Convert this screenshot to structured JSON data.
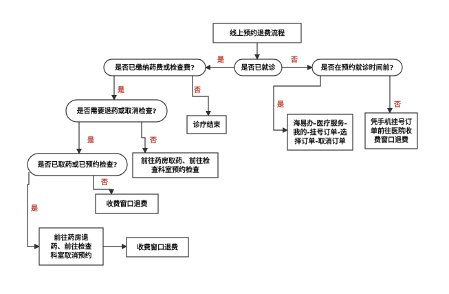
{
  "flowchart": {
    "colors": {
      "line": "#333333",
      "box_border": "#333333",
      "text": "#111111",
      "yes": "#c0392b",
      "no": "#c0392b"
    },
    "nodes": {
      "start": {
        "lines": [
          "线上预约退费流程"
        ]
      },
      "visited": {
        "lines": [
          "是否已就诊"
        ]
      },
      "paid": {
        "lines": [
          "是否已缴纳药费或检查费?"
        ]
      },
      "in_time": {
        "lines": [
          "是否在预约就诊时间前?"
        ]
      },
      "need_refund": {
        "lines": [
          "是否需要退药或取消检查?"
        ]
      },
      "end": {
        "lines": [
          "诊疗结束"
        ]
      },
      "app_cancel": {
        "lines": [
          "海易办-医疗服务-",
          "我的-挂号订单-选",
          "择订单-取消订单"
        ]
      },
      "window_refund_1": {
        "lines": [
          "凭手机挂号订",
          "单前往医院收",
          "费窗口退费"
        ]
      },
      "taken": {
        "lines": [
          "是否已取药或已预约检查?"
        ]
      },
      "go_pharmacy": {
        "lines": [
          "前往药房取药、前往检",
          "查科室预约检查"
        ]
      },
      "window_refund_2": {
        "lines": [
          "收费窗口退费"
        ]
      },
      "go_return": {
        "lines": [
          "前往药房退",
          "药、前往检查",
          "科室取消预约"
        ]
      },
      "window_refund_3": {
        "lines": [
          "收费窗口退费"
        ]
      }
    },
    "edge_labels": {
      "visited_yes": "是",
      "visited_no": "否",
      "paid_yes": "是",
      "paid_no": "否",
      "in_time_yes": "是",
      "in_time_no": "否",
      "need_yes": "是",
      "need_no": "否",
      "taken_yes": "是",
      "taken_no": "否"
    }
  }
}
